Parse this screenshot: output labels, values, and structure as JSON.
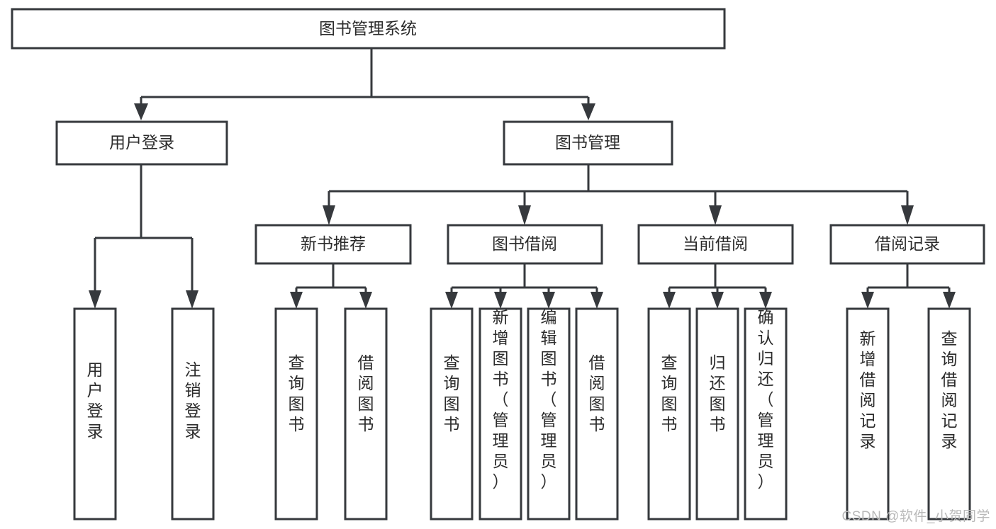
{
  "diagram": {
    "type": "tree-hierarchy",
    "orientation": "top-down",
    "title": "图书管理系统",
    "colors": {
      "stroke": "#36393d",
      "fill": "#ffffff",
      "text": "#2b2b2b",
      "watermark": "#b9b9b9"
    },
    "root": {
      "label": "图书管理系统"
    },
    "level2": {
      "user_login": {
        "label": "用户登录"
      },
      "book_manage": {
        "label": "图书管理"
      }
    },
    "level3": {
      "new_book_recommend": {
        "label": "新书推荐"
      },
      "book_borrow": {
        "label": "图书借阅"
      },
      "current_borrow": {
        "label": "当前借阅"
      },
      "borrow_record": {
        "label": "借阅记录"
      }
    },
    "leaves": {
      "user_login": [
        {
          "label": "用户登录"
        },
        {
          "label": "注销登录"
        }
      ],
      "new_book_recommend": [
        {
          "label": "查询图书"
        },
        {
          "label": "借阅图书"
        }
      ],
      "book_borrow": [
        {
          "label": "查询图书"
        },
        {
          "label": "新增图书（管理员）"
        },
        {
          "label": "编辑图书（管理员）"
        },
        {
          "label": "借阅图书"
        }
      ],
      "current_borrow": [
        {
          "label": "查询图书"
        },
        {
          "label": "归还图书"
        },
        {
          "label": "确认归还（管理员）"
        }
      ],
      "borrow_record": [
        {
          "label": "新增借阅记录"
        },
        {
          "label": "查询借阅记录"
        }
      ]
    }
  },
  "watermark": {
    "text": "CSDN @软件_小贺同学"
  }
}
